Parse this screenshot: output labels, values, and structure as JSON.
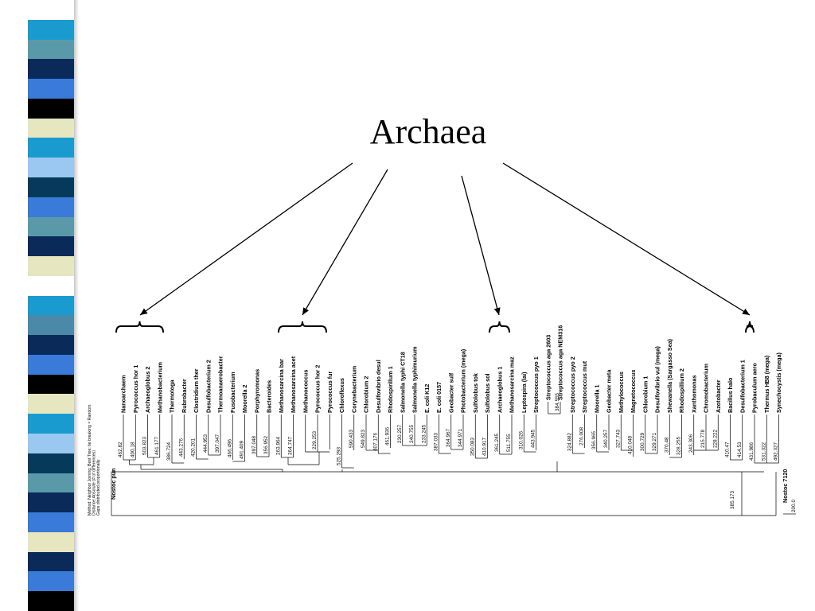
{
  "slide": {
    "title": "Archaea"
  },
  "colors": {
    "stripe_palette": [
      "#ffffff",
      "#1a9bcf",
      "#5a9aa8",
      "#0a2a5a",
      "#3a7ad8",
      "#000000",
      "#e6e6c0",
      "#9ac8f0",
      "#053a5a",
      "#4a8aa8"
    ]
  },
  "tree": {
    "method_note": [
      "Method: Neighbor Joining; Best Tree; tie breaking = Random",
      "Distance:Absolute (# of differences)",
      "Gaps distributed proportionally"
    ],
    "left_root_label": "Nostoc pun",
    "right_root_label": "Nostoc 7120",
    "root_length": "385.173",
    "scale_bar_label": "200.0",
    "leaves": [
      {
        "name": "Nanoarchaem",
        "length": "462.82"
      },
      {
        "name": "Pyrococcus hor 1",
        "length": "400.18"
      },
      {
        "name": "Archaeoglobus 2",
        "length": "503.823"
      },
      {
        "name": "Methanobacterium",
        "length": "461.177"
      },
      {
        "name": "Thermotoga",
        "length": "386.724"
      },
      {
        "name": "Rubrobacter",
        "length": "443.276"
      },
      {
        "name": "Clostridium ther",
        "length": "420.201"
      },
      {
        "name": "Desulfobacterium 2",
        "length": "444.953"
      },
      {
        "name": "Thermoanaerobacter",
        "length": "397.047"
      },
      {
        "name": "Fusobacterium",
        "length": "466.496"
      },
      {
        "name": "Moorella 2",
        "length": "491.409"
      },
      {
        "name": "Porphyromonas",
        "length": "397.048"
      },
      {
        "name": "Bacteroides",
        "length": "356.952"
      },
      {
        "name": "Methanosarcina bar",
        "length": "263.964"
      },
      {
        "name": "Methanosarcina acet",
        "length": "364.747"
      },
      {
        "name": "Methanococcus",
        "length": ""
      },
      {
        "name": "Pyrococcus hor 2",
        "length": "229.253"
      },
      {
        "name": "Pyrococcus fur",
        "length": ""
      },
      {
        "name": "Chloroflexus",
        "length": "525.293"
      },
      {
        "name": "Corynebacterium",
        "length": "590.433"
      },
      {
        "name": "Chlorobium 2",
        "length": "549.823"
      },
      {
        "name": "Desulfovibrio desul",
        "length": "407.176"
      },
      {
        "name": "Rhodospirillum 1",
        "length": "461.936"
      },
      {
        "name": "Salmonella typhi CT18",
        "length": "230.257"
      },
      {
        "name": "Salmonella typhimurium",
        "length": "240.755"
      },
      {
        "name": "E. coli K12",
        "length": "233.245"
      },
      {
        "name": "E. coli 0157",
        "length": "387.033"
      },
      {
        "name": "Geobacter sulf",
        "length": "364.967"
      },
      {
        "name": "Photobacterium (mega)",
        "length": "344.971"
      },
      {
        "name": "Sulfolobus tok",
        "length": "350.083"
      },
      {
        "name": "Sulfolobus sol",
        "length": "410.917"
      },
      {
        "name": "Archaeoglobus 1",
        "length": "361.245"
      },
      {
        "name": "Methanosarcina maz",
        "length": "511.755"
      },
      {
        "name": "Leptospira (lai)",
        "length": "310.026"
      },
      {
        "name": "Streptococcus pyo 1",
        "length": "443.945"
      },
      {
        "name": "Streptococcus aga 2603",
        "length": ""
      },
      {
        "name": "Streptococcus aga NEM316",
        "length": "384.555"
      },
      {
        "name": "Streptococcus pyo 2",
        "length": "324.882"
      },
      {
        "name": "Streptococcus mut",
        "length": "276.008"
      },
      {
        "name": "Moorella 1",
        "length": "356.965"
      },
      {
        "name": "Geobacter meta",
        "length": "340.257"
      },
      {
        "name": "Methylococcus",
        "length": "327.743"
      },
      {
        "name": "Magnetococcus",
        "length": "410.048"
      },
      {
        "name": "Chlorobium 1",
        "length": "300.729"
      },
      {
        "name": "Desulfovibrio vul (mega)",
        "length": "329.271"
      },
      {
        "name": "Shewanella (Sargasso Sea)",
        "length": "370.48"
      },
      {
        "name": "Rhodospillium 2",
        "length": "328.255"
      },
      {
        "name": "Xanthomonas",
        "length": "243.306"
      },
      {
        "name": "Chromobacterium",
        "length": "215.778"
      },
      {
        "name": "Azotobacter",
        "length": "228.222"
      },
      {
        "name": "Bacillus halo",
        "length": "410.47"
      },
      {
        "name": "Desulfobacterium 1",
        "length": "414.53"
      },
      {
        "name": "Pyrobaculum aero",
        "length": "431.986"
      },
      {
        "name": "Thermus HB8 (mega)",
        "length": "531.322"
      },
      {
        "name": "Synechocystis (mega)",
        "length": "492.327"
      }
    ]
  }
}
